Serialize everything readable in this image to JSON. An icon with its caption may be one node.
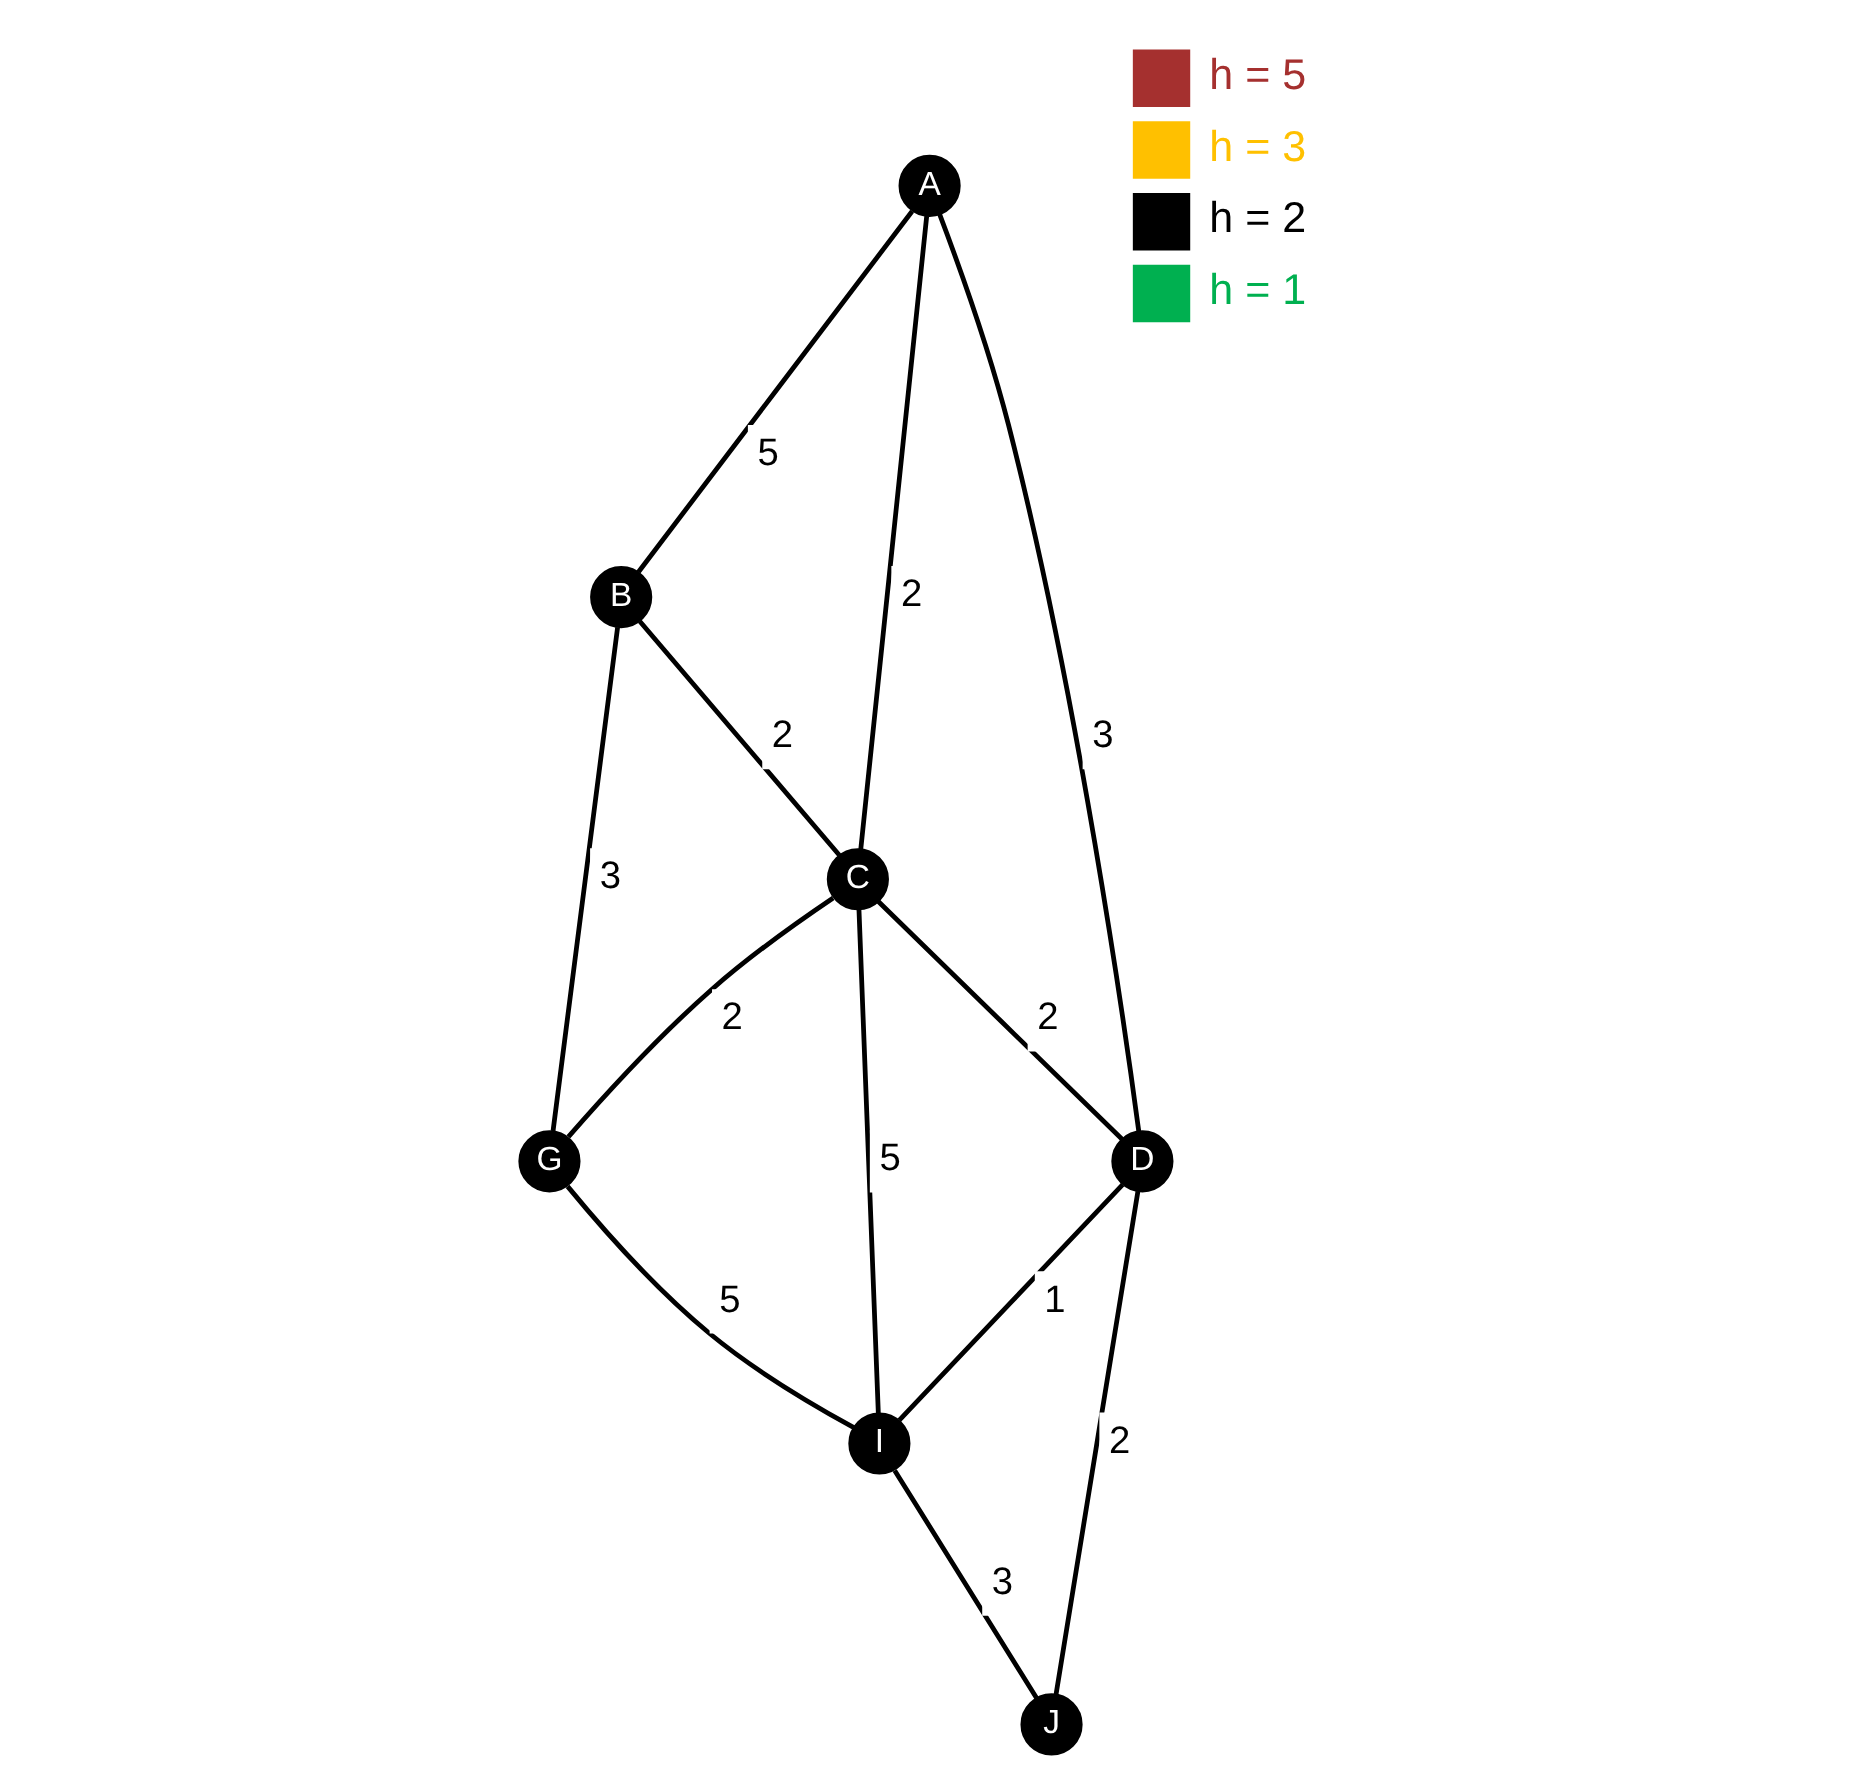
{
  "diagram": {
    "nodes": [
      {
        "text": [
          "B"
        ]
      },
      {
        "text": [
          "G"
        ]
      },
      {
        "text": [
          "I"
        ]
      },
      {
        "text": [
          "A"
        ]
      },
      {
        "text": [
          "C"
        ]
      },
      {
        "text": [
          "D"
        ]
      },
      {
        "text": [
          "J"
        ]
      }
    ],
    "edges": [
      {
        "from": 0,
        "to": 1,
        "arrow": "none",
        "label": "3"
      },
      {
        "from": 3,
        "to": 0,
        "arrow": "none",
        "label": "5"
      },
      {
        "from": 0,
        "to": 4,
        "arrow": "none",
        "label": "2"
      },
      {
        "from": 4,
        "to": 1,
        "arrow": "none",
        "label": "2"
      },
      {
        "from": 1,
        "to": 2,
        "arrow": "none",
        "label": "5"
      },
      {
        "from": 3,
        "to": 4,
        "arrow": "none",
        "label": "2"
      },
      {
        "from": 4,
        "to": 2,
        "arrow": "none",
        "label": "5"
      },
      {
        "from": 3,
        "to": 5,
        "arrow": "none",
        "label": "3"
      },
      {
        "from": 4,
        "to": 5,
        "arrow": "none",
        "label": "2"
      },
      {
        "from": 5,
        "to": 2,
        "arrow": "none",
        "label": "1"
      },
      {
        "from": 2,
        "to": 6,
        "arrow": "none",
        "label": "3"
      },
      {
        "from": 5,
        "to": 6,
        "arrow": "none",
        "label": "2"
      }
    ],
    "legend": [
      {
        "text": "h = 5",
        "color": "#a5302f"
      },
      {
        "text": "h = 3",
        "color": "#ffc000"
      },
      {
        "text": "h = 2",
        "color": "#000000"
      },
      {
        "text": "h = 1",
        "color": "#00b050"
      }
    ]
  }
}
